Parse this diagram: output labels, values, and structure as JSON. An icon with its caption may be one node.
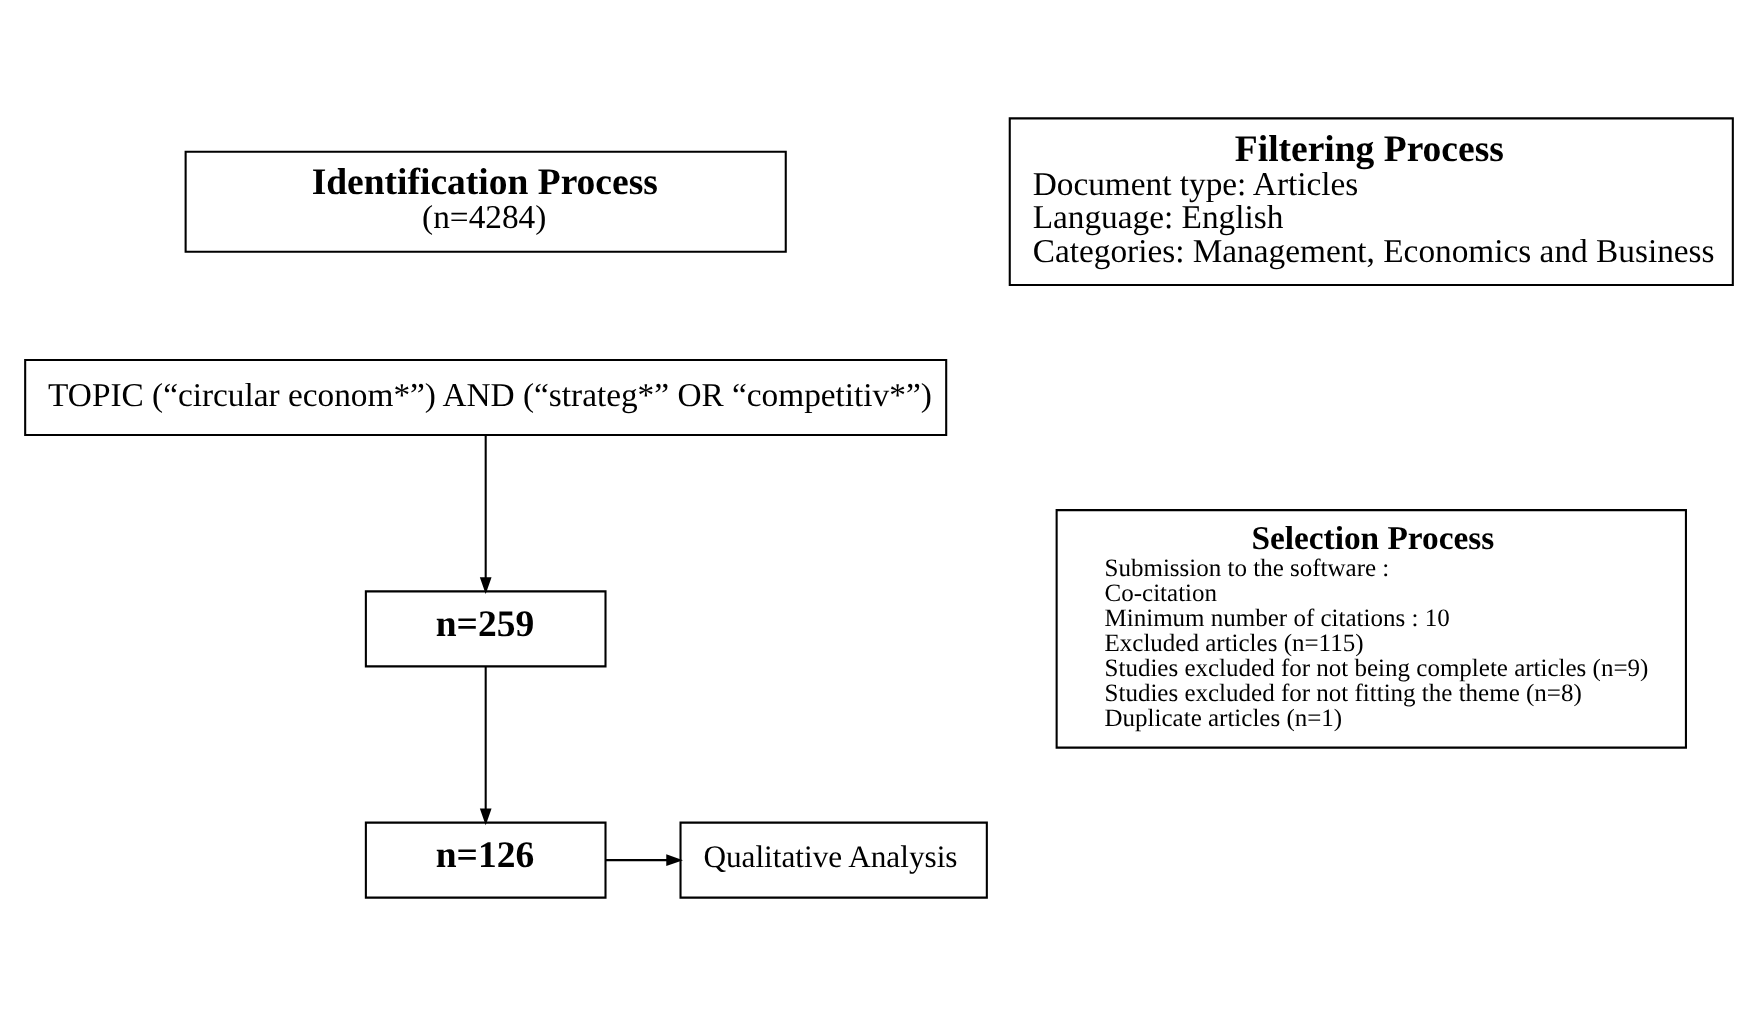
{
  "diagram": {
    "nodes": [
      {
        "text": [
          "Identification Process",
          "(n=4284)"
        ]
      },
      {
        "text": [
          "TOPIC (“circular econom*”) AND (“strateg*” OR “competitiv*”)"
        ]
      },
      {
        "text": [
          "Filtering Process",
          "Document type: Articles",
          "Language: English",
          "Categories: Management, Economics and Business"
        ]
      },
      {
        "text": [
          "Selection Process",
          "Submission to the software :",
          "Co-citation",
          "Minimum number of citations : 10",
          "Excluded articles (n=115)",
          "Studies excluded for not being complete articles (n=9)",
          "Studies excluded for not fitting the theme (n=8)",
          "Duplicate articles (n=1)"
        ]
      },
      {
        "text": [
          "n=259"
        ]
      },
      {
        "text": [
          "n=126"
        ]
      },
      {
        "text": [
          "Qualitative Analysis"
        ]
      }
    ],
    "edges": [
      {
        "from": 1,
        "to": 4,
        "arrow": "to"
      },
      {
        "from": 4,
        "to": 5,
        "arrow": "to"
      },
      {
        "from": 5,
        "to": 6,
        "arrow": "to"
      }
    ]
  }
}
